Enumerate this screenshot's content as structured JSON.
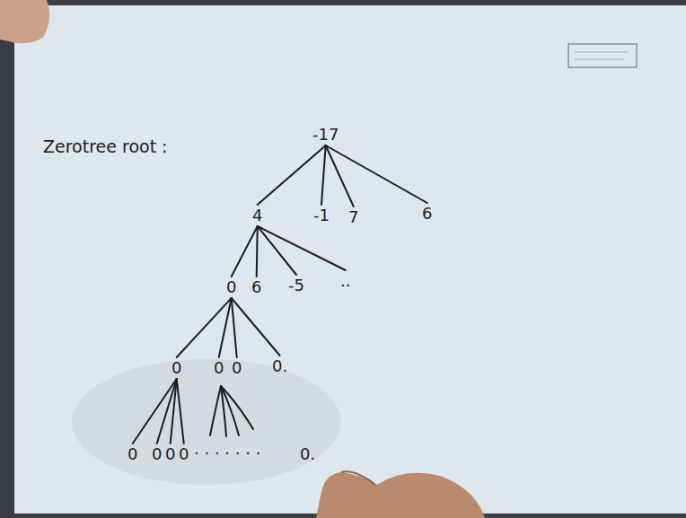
{
  "diagram": {
    "title": "Zerotree root :",
    "nodes": [
      {
        "text": [
          "-17"
        ]
      },
      {
        "text": [
          "4"
        ]
      },
      {
        "text": [
          "-1"
        ]
      },
      {
        "text": [
          "7"
        ]
      },
      {
        "text": [
          "6"
        ]
      },
      {
        "text": [
          "0"
        ]
      },
      {
        "text": [
          "6"
        ]
      },
      {
        "text": [
          "-5"
        ]
      },
      {
        "text": [
          ".."
        ]
      },
      {
        "text": [
          "0"
        ]
      },
      {
        "text": [
          "0"
        ]
      },
      {
        "text": [
          "0"
        ]
      },
      {
        "text": [
          "0."
        ]
      },
      {
        "text": [
          "0"
        ]
      },
      {
        "text": [
          "0"
        ]
      },
      {
        "text": [
          "0"
        ]
      },
      {
        "text": [
          "0"
        ]
      }
    ],
    "edges": [
      {
        "from": 0,
        "to": 1,
        "arrow": "none"
      },
      {
        "from": 0,
        "to": 2,
        "arrow": "none"
      },
      {
        "from": 0,
        "to": 3,
        "arrow": "none"
      },
      {
        "from": 0,
        "to": 4,
        "arrow": "none"
      },
      {
        "from": 1,
        "to": 5,
        "arrow": "none"
      },
      {
        "from": 1,
        "to": 6,
        "arrow": "none"
      },
      {
        "from": 1,
        "to": 7,
        "arrow": "none"
      },
      {
        "from": 1,
        "to": 8,
        "arrow": "none"
      },
      {
        "from": 5,
        "to": 9,
        "arrow": "none"
      },
      {
        "from": 5,
        "to": 10,
        "arrow": "none"
      },
      {
        "from": 5,
        "to": 11,
        "arrow": "none"
      },
      {
        "from": 5,
        "to": 12,
        "arrow": "none"
      },
      {
        "from": 9,
        "to": 13,
        "arrow": "none"
      },
      {
        "from": 9,
        "to": 14,
        "arrow": "none"
      },
      {
        "from": 9,
        "to": 15,
        "arrow": "none"
      },
      {
        "from": 9,
        "to": 16,
        "arrow": "none"
      }
    ],
    "labels": [
      "· · · · · · ·",
      "0."
    ]
  }
}
